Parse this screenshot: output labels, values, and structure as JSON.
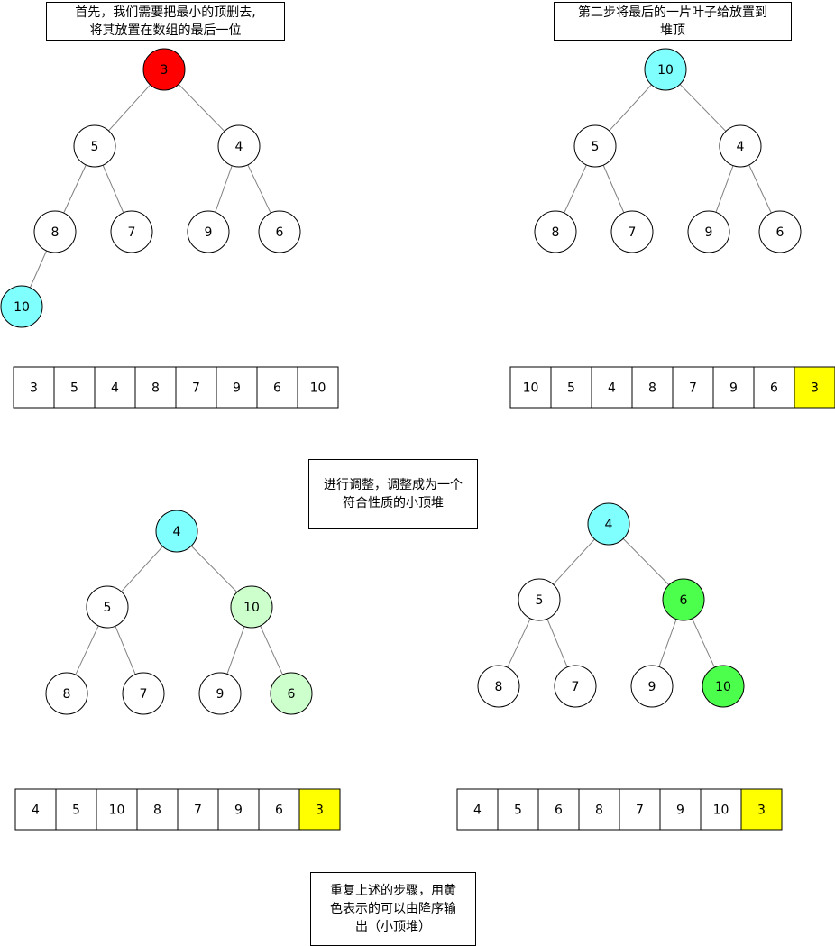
{
  "notes": {
    "step1": {
      "lines": [
        "首先，我们需要把最小的顶删去,",
        "将其放置在数组的最后一位"
      ]
    },
    "step2": {
      "lines": [
        "第二步将最后的一片叶子给放置到",
        "堆顶"
      ]
    },
    "step3": {
      "lines": [
        "进行调整，调整成为一个",
        "符合性质的小顶堆"
      ]
    },
    "step4": {
      "lines": [
        "重复上述的步骤，用黄",
        "色表示的可以由降序输",
        "出（小顶堆）"
      ]
    }
  },
  "colors": {
    "red": "#ff0000",
    "cyan": "#80ffff",
    "light_green": "#ccffcc",
    "green": "#4dff4d",
    "yellow": "#ffff00",
    "white": "#ffffff",
    "stroke": "#000000",
    "edge": "#808080"
  },
  "trees": [
    {
      "id": "tree-1",
      "nodes": [
        {
          "id": "n0",
          "label": "3",
          "color": "red"
        },
        {
          "id": "n1",
          "label": "5",
          "color": "white"
        },
        {
          "id": "n2",
          "label": "4",
          "color": "white"
        },
        {
          "id": "n3",
          "label": "8",
          "color": "white"
        },
        {
          "id": "n4",
          "label": "7",
          "color": "white"
        },
        {
          "id": "n5",
          "label": "9",
          "color": "white"
        },
        {
          "id": "n6",
          "label": "6",
          "color": "white"
        },
        {
          "id": "n7",
          "label": "10",
          "color": "cyan"
        }
      ],
      "edges": [
        [
          "n0",
          "n1"
        ],
        [
          "n0",
          "n2"
        ],
        [
          "n1",
          "n3"
        ],
        [
          "n1",
          "n4"
        ],
        [
          "n2",
          "n5"
        ],
        [
          "n2",
          "n6"
        ],
        [
          "n3",
          "n7"
        ]
      ]
    },
    {
      "id": "tree-2",
      "nodes": [
        {
          "id": "n0",
          "label": "10",
          "color": "cyan"
        },
        {
          "id": "n1",
          "label": "5",
          "color": "white"
        },
        {
          "id": "n2",
          "label": "4",
          "color": "white"
        },
        {
          "id": "n3",
          "label": "8",
          "color": "white"
        },
        {
          "id": "n4",
          "label": "7",
          "color": "white"
        },
        {
          "id": "n5",
          "label": "9",
          "color": "white"
        },
        {
          "id": "n6",
          "label": "6",
          "color": "white"
        }
      ],
      "edges": [
        [
          "n0",
          "n1"
        ],
        [
          "n0",
          "n2"
        ],
        [
          "n1",
          "n3"
        ],
        [
          "n1",
          "n4"
        ],
        [
          "n2",
          "n5"
        ],
        [
          "n2",
          "n6"
        ]
      ]
    },
    {
      "id": "tree-3",
      "nodes": [
        {
          "id": "n0",
          "label": "4",
          "color": "cyan"
        },
        {
          "id": "n1",
          "label": "5",
          "color": "white"
        },
        {
          "id": "n2",
          "label": "10",
          "color": "light_green"
        },
        {
          "id": "n3",
          "label": "8",
          "color": "white"
        },
        {
          "id": "n4",
          "label": "7",
          "color": "white"
        },
        {
          "id": "n5",
          "label": "9",
          "color": "white"
        },
        {
          "id": "n6",
          "label": "6",
          "color": "light_green"
        }
      ],
      "edges": [
        [
          "n0",
          "n1"
        ],
        [
          "n0",
          "n2"
        ],
        [
          "n1",
          "n3"
        ],
        [
          "n1",
          "n4"
        ],
        [
          "n2",
          "n5"
        ],
        [
          "n2",
          "n6"
        ]
      ]
    },
    {
      "id": "tree-4",
      "nodes": [
        {
          "id": "n0",
          "label": "4",
          "color": "cyan"
        },
        {
          "id": "n1",
          "label": "5",
          "color": "white"
        },
        {
          "id": "n2",
          "label": "6",
          "color": "green"
        },
        {
          "id": "n3",
          "label": "8",
          "color": "white"
        },
        {
          "id": "n4",
          "label": "7",
          "color": "white"
        },
        {
          "id": "n5",
          "label": "9",
          "color": "white"
        },
        {
          "id": "n6",
          "label": "10",
          "color": "green"
        }
      ],
      "edges": [
        [
          "n0",
          "n1"
        ],
        [
          "n0",
          "n2"
        ],
        [
          "n1",
          "n3"
        ],
        [
          "n1",
          "n4"
        ],
        [
          "n2",
          "n5"
        ],
        [
          "n2",
          "n6"
        ]
      ]
    }
  ],
  "arrays": [
    {
      "id": "array-1",
      "cells": [
        {
          "label": "3",
          "color": "white"
        },
        {
          "label": "5",
          "color": "white"
        },
        {
          "label": "4",
          "color": "white"
        },
        {
          "label": "8",
          "color": "white"
        },
        {
          "label": "7",
          "color": "white"
        },
        {
          "label": "9",
          "color": "white"
        },
        {
          "label": "6",
          "color": "white"
        },
        {
          "label": "10",
          "color": "white"
        }
      ]
    },
    {
      "id": "array-2",
      "cells": [
        {
          "label": "10",
          "color": "white"
        },
        {
          "label": "5",
          "color": "white"
        },
        {
          "label": "4",
          "color": "white"
        },
        {
          "label": "8",
          "color": "white"
        },
        {
          "label": "7",
          "color": "white"
        },
        {
          "label": "9",
          "color": "white"
        },
        {
          "label": "6",
          "color": "white"
        },
        {
          "label": "3",
          "color": "yellow"
        }
      ]
    },
    {
      "id": "array-3",
      "cells": [
        {
          "label": "4",
          "color": "white"
        },
        {
          "label": "5",
          "color": "white"
        },
        {
          "label": "10",
          "color": "white"
        },
        {
          "label": "8",
          "color": "white"
        },
        {
          "label": "7",
          "color": "white"
        },
        {
          "label": "9",
          "color": "white"
        },
        {
          "label": "6",
          "color": "white"
        },
        {
          "label": "3",
          "color": "yellow"
        }
      ]
    },
    {
      "id": "array-4",
      "cells": [
        {
          "label": "4",
          "color": "white"
        },
        {
          "label": "5",
          "color": "white"
        },
        {
          "label": "6",
          "color": "white"
        },
        {
          "label": "8",
          "color": "white"
        },
        {
          "label": "7",
          "color": "white"
        },
        {
          "label": "9",
          "color": "white"
        },
        {
          "label": "10",
          "color": "white"
        },
        {
          "label": "3",
          "color": "yellow"
        }
      ]
    }
  ]
}
